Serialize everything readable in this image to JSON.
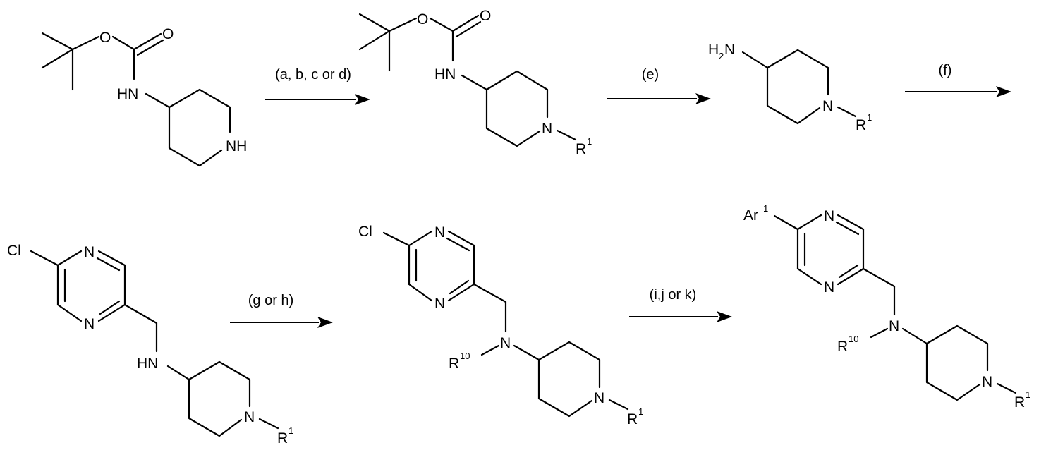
{
  "scheme": {
    "compounds": [
      {
        "id": "c1",
        "atoms": {
          "o1": "O",
          "o2": "O",
          "hn": "HN",
          "nh": "NH"
        }
      },
      {
        "id": "c2",
        "atoms": {
          "o1": "O",
          "o2": "O",
          "hn": "HN",
          "n": "N",
          "r": "R",
          "r_sup": "1"
        }
      },
      {
        "id": "c3",
        "atoms": {
          "h2n": "H",
          "h2n_sub": "2",
          "h2n_n": "N",
          "n": "N",
          "r": "R",
          "r_sup": "1"
        }
      },
      {
        "id": "c4",
        "atoms": {
          "cl": "Cl",
          "n1": "N",
          "n2": "N",
          "hn": "HN",
          "n": "N",
          "r": "R",
          "r_sup": "1"
        }
      },
      {
        "id": "c5",
        "atoms": {
          "cl": "Cl",
          "n1": "N",
          "n2": "N",
          "namine": "N",
          "r10": "R",
          "r10_sup": "10",
          "n": "N",
          "r": "R",
          "r_sup": "1"
        }
      },
      {
        "id": "c6",
        "atoms": {
          "ar": "Ar",
          "ar_sup": "1",
          "n1": "N",
          "n2": "N",
          "namine": "N",
          "r10": "R",
          "r10_sup": "10",
          "n": "N",
          "r": "R",
          "r_sup": "1"
        }
      }
    ],
    "arrows": [
      {
        "id": "a1",
        "conditions": "(a, b, c or d)"
      },
      {
        "id": "a2",
        "conditions": "(e)"
      },
      {
        "id": "a3",
        "conditions": "(f)"
      },
      {
        "id": "a4",
        "conditions": "(g or h)"
      },
      {
        "id": "a5",
        "conditions": "(i,j or k)"
      }
    ]
  }
}
